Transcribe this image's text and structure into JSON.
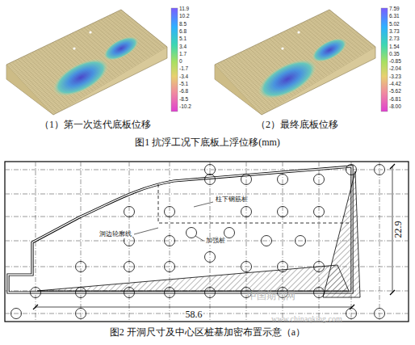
{
  "diagram": {
    "labels": [
      "11.9",
      "10.2",
      "8.5",
      "6.8",
      "5.1",
      "3.4",
      "1.7",
      "0",
      "-1.7",
      "-3.4",
      "-5.1",
      "-6.8",
      "-8.5",
      "-10.2",
      "7.59",
      "6.31",
      "5.02",
      "3.73",
      "2.73",
      "1.54",
      "0.35",
      "-0.85",
      "-2.04",
      "-3.23",
      "-4.42",
      "-5.62",
      "-6.81",
      "-8.00",
      "（1）第一次迭代底板位移",
      "（2）最终底板位移",
      "图1  抗浮工况下底板上浮位移(mm)",
      "柱下钢筋桩",
      "加强桩",
      "洞边轮廓线",
      "58.6",
      "22.9",
      "图2  开洞尺寸及中心区桩基加密布置示意（a）",
      "中国期刊网",
      "www.chinaqking.com"
    ]
  }
}
